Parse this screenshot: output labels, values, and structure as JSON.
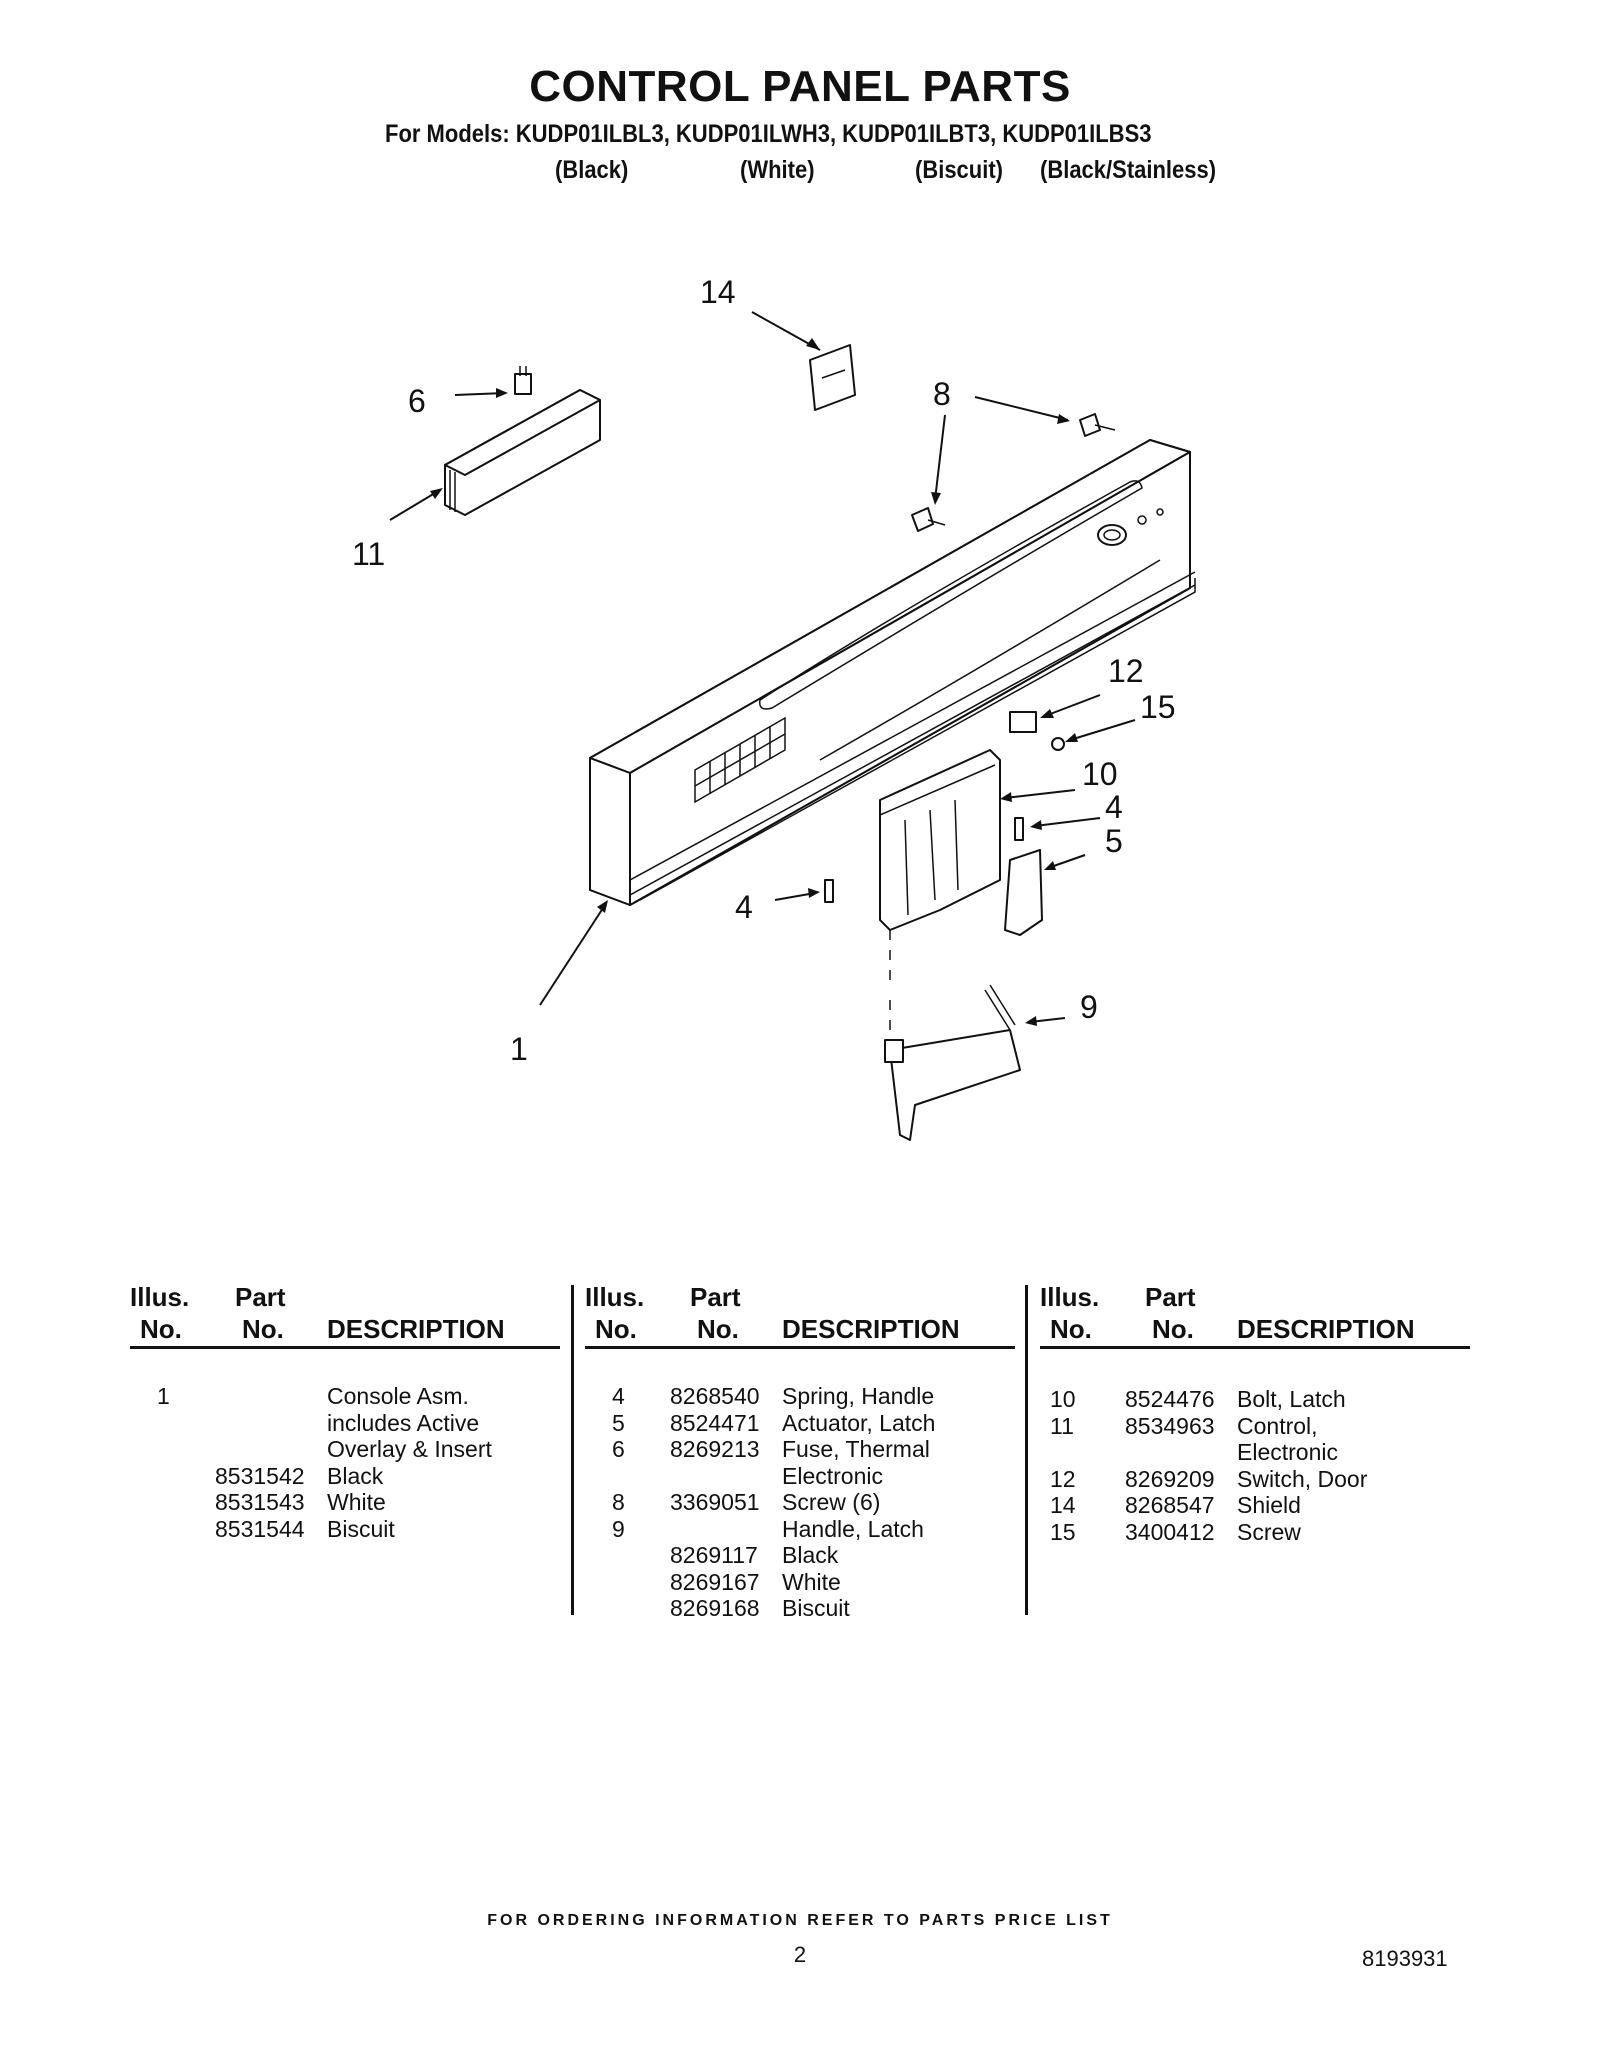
{
  "header": {
    "title": "CONTROL PANEL PARTS",
    "models_line": "For Models: KUDP01ILBL3, KUDP01ILWH3, KUDP01ILBT3, KUDP01ILBS3",
    "colors": [
      "(Black)",
      "(White)",
      "(Biscuit)",
      "(Black/Stainless)"
    ]
  },
  "diagram": {
    "callouts": [
      "14",
      "6",
      "8",
      "11",
      "12",
      "15",
      "10",
      "4",
      "5",
      "4",
      "1",
      "9"
    ]
  },
  "table": {
    "headers": {
      "illus_line1": "Illus.",
      "illus_line2": "No.",
      "part_line1": "Part",
      "part_line2": "No.",
      "description": "DESCRIPTION"
    },
    "columns": [
      [
        {
          "illus": "1",
          "part": "",
          "desc": "Console Asm."
        },
        {
          "illus": "",
          "part": "",
          "desc": "includes Active"
        },
        {
          "illus": "",
          "part": "",
          "desc": "Overlay & Insert"
        },
        {
          "illus": "",
          "part": "8531542",
          "desc": "Black"
        },
        {
          "illus": "",
          "part": "8531543",
          "desc": "White"
        },
        {
          "illus": "",
          "part": "8531544",
          "desc": "Biscuit"
        }
      ],
      [
        {
          "illus": "4",
          "part": "8268540",
          "desc": "Spring, Handle"
        },
        {
          "illus": "5",
          "part": "8524471",
          "desc": "Actuator, Latch"
        },
        {
          "illus": "6",
          "part": "8269213",
          "desc": "Fuse, Thermal"
        },
        {
          "illus": "",
          "part": "",
          "desc": "Electronic"
        },
        {
          "illus": "8",
          "part": "3369051",
          "desc": "Screw (6)"
        },
        {
          "illus": "9",
          "part": "",
          "desc": "Handle, Latch"
        },
        {
          "illus": "",
          "part": "8269117",
          "desc": "Black"
        },
        {
          "illus": "",
          "part": "8269167",
          "desc": "White"
        },
        {
          "illus": "",
          "part": "8269168",
          "desc": "Biscuit"
        }
      ],
      [
        {
          "illus": "10",
          "part": "8524476",
          "desc": "Bolt, Latch"
        },
        {
          "illus": "11",
          "part": "8534963",
          "desc": "Control,"
        },
        {
          "illus": "",
          "part": "",
          "desc": "Electronic"
        },
        {
          "illus": "12",
          "part": "8269209",
          "desc": "Switch, Door"
        },
        {
          "illus": "14",
          "part": "8268547",
          "desc": "Shield"
        },
        {
          "illus": "15",
          "part": "3400412",
          "desc": "Screw"
        }
      ]
    ]
  },
  "footer": {
    "ordering_note": "FOR ORDERING INFORMATION REFER TO PARTS PRICE LIST",
    "page_number": "2",
    "doc_number": "8193931"
  }
}
